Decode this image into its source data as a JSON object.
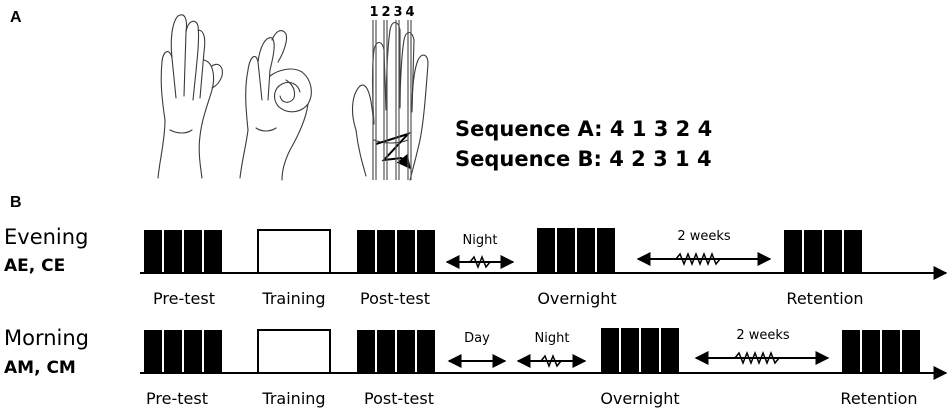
{
  "panel_a": {
    "label": "A",
    "finger_numbers": [
      "1",
      "2",
      "3",
      "4"
    ],
    "sequences": [
      {
        "text": "Sequence A: 4 1 3 2 4"
      },
      {
        "text": "Sequence B: 4 2 3 1 4"
      }
    ]
  },
  "panel_b": {
    "label": "B",
    "rows": [
      {
        "group": "Evening",
        "code": "AE, CE",
        "phases": [
          "Pre-test",
          "Training",
          "Post-test",
          "Overnight",
          "Retention"
        ],
        "intervals": [
          "Night",
          "2 weeks"
        ]
      },
      {
        "group": "Morning",
        "code": "AM, CM",
        "phases": [
          "Pre-test",
          "Training",
          "Post-test",
          "Overnight",
          "Retention"
        ],
        "intervals": [
          "Day",
          "Night",
          "2 weeks"
        ]
      }
    ]
  },
  "colors": {
    "ink": "#000000",
    "sketch": "#3a3a3a",
    "finger_line": "#555555"
  }
}
